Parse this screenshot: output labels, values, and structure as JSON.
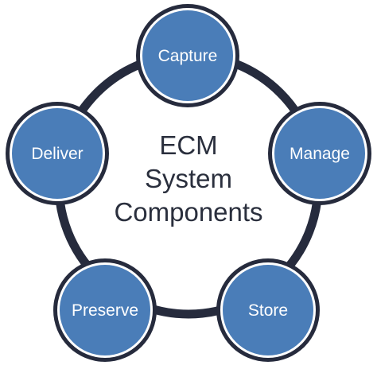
{
  "diagram": {
    "center_lines": [
      "ECM",
      "System",
      "Components"
    ],
    "nodes": [
      {
        "label": "Capture"
      },
      {
        "label": "Manage"
      },
      {
        "label": "Store"
      },
      {
        "label": "Preserve"
      },
      {
        "label": "Deliver"
      }
    ],
    "colors": {
      "ring": "#262b3d",
      "node_fill": "#4a7db8",
      "node_border_outer": "#262b3d",
      "node_border_inner": "#ffffff",
      "node_text": "#ffffff",
      "center_text": "#2a2f3d"
    }
  }
}
